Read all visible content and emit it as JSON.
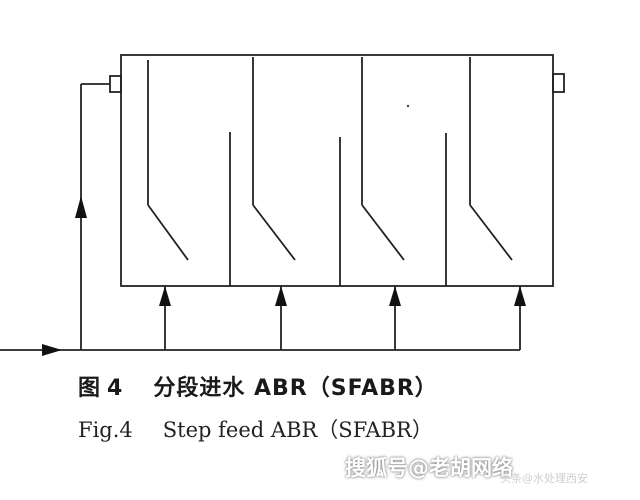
{
  "caption_cn": {
    "prefix": "图",
    "number": "4",
    "text": "分段进水 ABR（SFABR）"
  },
  "caption_en": {
    "number": "Fig.4",
    "text": "Step feed ABR（SFABR）"
  },
  "watermark": {
    "main": "搜狐号@老胡网络",
    "sub": "头条@水处理西安"
  }
}
